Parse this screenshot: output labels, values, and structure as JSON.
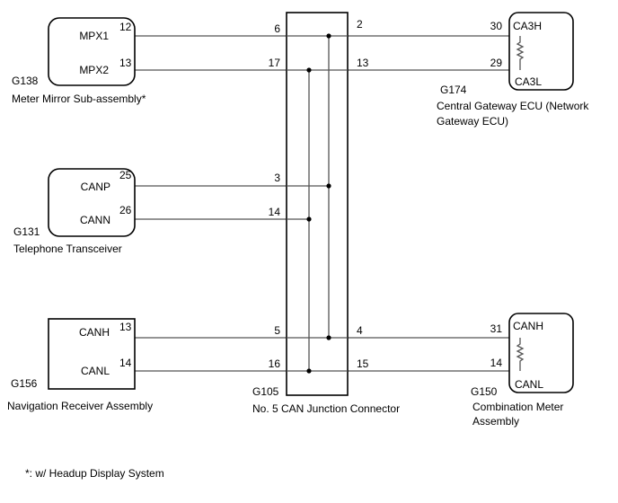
{
  "components": {
    "meter_mirror": {
      "code": "G138",
      "name": "Meter Mirror Sub-assembly*",
      "pins": [
        {
          "label": "MPX1",
          "number": "12"
        },
        {
          "label": "MPX2",
          "number": "13"
        }
      ]
    },
    "telephone": {
      "code": "G131",
      "name": "Telephone Transceiver",
      "pins": [
        {
          "label": "CANP",
          "number": "25"
        },
        {
          "label": "CANN",
          "number": "26"
        }
      ]
    },
    "navigation": {
      "code": "G156",
      "name": "Navigation Receiver Assembly",
      "pins": [
        {
          "label": "CANH",
          "number": "13"
        },
        {
          "label": "CANL",
          "number": "14"
        }
      ]
    },
    "junction": {
      "code": "G105",
      "name": "No. 5 CAN Junction Connector",
      "left_pins": [
        "6",
        "17",
        "3",
        "14",
        "5",
        "16"
      ],
      "right_pins": [
        "2",
        "13",
        "4",
        "15"
      ]
    },
    "gateway": {
      "code": "G174",
      "name_line1": "Central Gateway ECU (Network",
      "name_line2": "Gateway ECU)",
      "pins": [
        {
          "label": "CA3H",
          "number": "30"
        },
        {
          "label": "CA3L",
          "number": "29"
        }
      ]
    },
    "combination_meter": {
      "code": "G150",
      "name_line1": "Combination Meter",
      "name_line2": "Assembly",
      "pins": [
        {
          "label": "CANH",
          "number": "31"
        },
        {
          "label": "CANL",
          "number": "14"
        }
      ]
    }
  },
  "footnote": "*: w/ Headup Display System"
}
